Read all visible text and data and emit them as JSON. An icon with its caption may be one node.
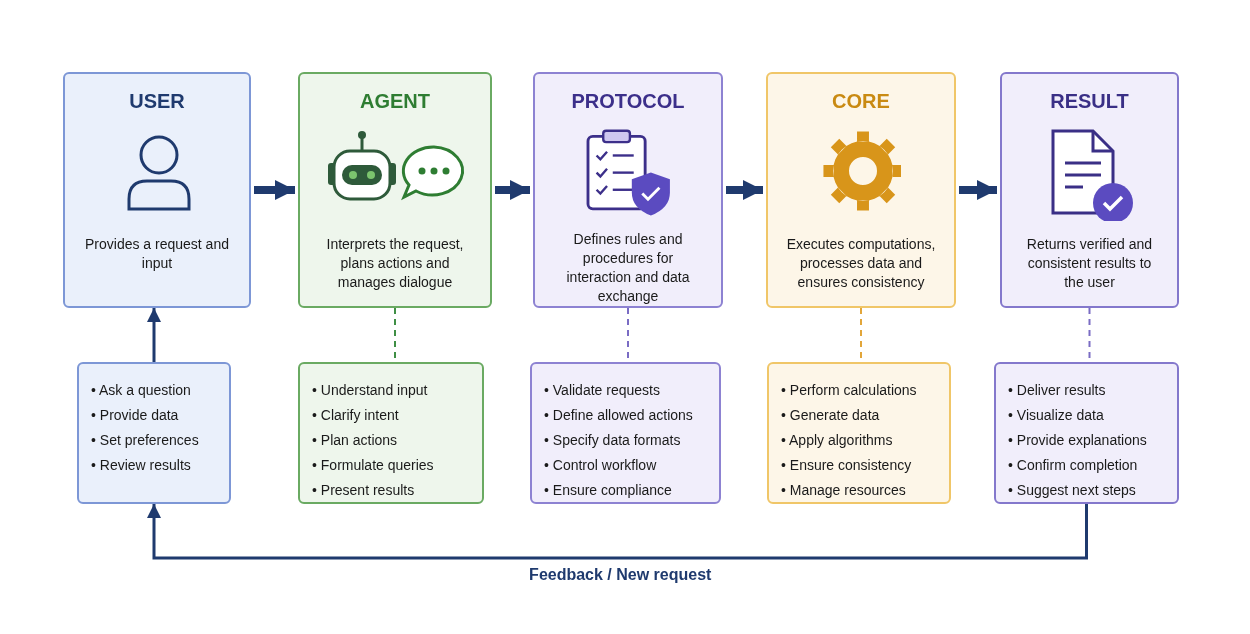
{
  "diagram": {
    "nodes": [
      {
        "text": [
          "USER",
          "Provides a request and input"
        ]
      },
      {
        "text": [
          "AGENT",
          "Interprets the request, plans actions and manages dialogue"
        ]
      },
      {
        "text": [
          "PROTOCOL",
          "Defines rules and procedures for interaction and data exchange"
        ]
      },
      {
        "text": [
          "CORE",
          "Executes computations, processes data and ensures consistency"
        ]
      },
      {
        "text": [
          "RESULT",
          "Returns verified and consistent results to the user"
        ]
      },
      {
        "text": [
          "• Ask a question",
          "• Provide data",
          "• Set preferences",
          "• Review results"
        ]
      },
      {
        "text": [
          "• Understand input",
          "• Clarify intent",
          "• Plan actions",
          "• Formulate queries",
          "• Present results"
        ]
      },
      {
        "text": [
          "• Validate requests",
          "• Define allowed actions",
          "• Specify data formats",
          "• Control workflow",
          "• Ensure compliance"
        ]
      },
      {
        "text": [
          "• Perform calculations",
          "• Generate data",
          "• Apply algorithms",
          "• Ensure consistency",
          "• Manage resources"
        ]
      },
      {
        "text": [
          "• Deliver results",
          "• Visualize data",
          "• Provide explanations",
          "• Confirm completion",
          "• Suggest next steps"
        ]
      }
    ],
    "edges": [
      {
        "from": 0,
        "to": 1,
        "arrow": "to",
        "style": "thick"
      },
      {
        "from": 1,
        "to": 2,
        "arrow": "to",
        "style": "thick"
      },
      {
        "from": 2,
        "to": 3,
        "arrow": "to",
        "style": "thick"
      },
      {
        "from": 3,
        "to": 4,
        "arrow": "to",
        "style": "thick"
      },
      {
        "from": 1,
        "to": 6,
        "arrow": "none",
        "style": "dashed",
        "color": "#3f8f45"
      },
      {
        "from": 2,
        "to": 7,
        "arrow": "none",
        "style": "dashed",
        "color": "#7a6cc4"
      },
      {
        "from": 3,
        "to": 8,
        "arrow": "none",
        "style": "dashed",
        "color": "#e2a63a"
      },
      {
        "from": 4,
        "to": 9,
        "arrow": "none",
        "style": "dashed",
        "color": "#7a6cc4"
      },
      {
        "from": 5,
        "to": 0,
        "arrow": "to"
      },
      {
        "from": 9,
        "to": 5,
        "arrow": "to",
        "label": "Feedback / New request"
      }
    ]
  }
}
